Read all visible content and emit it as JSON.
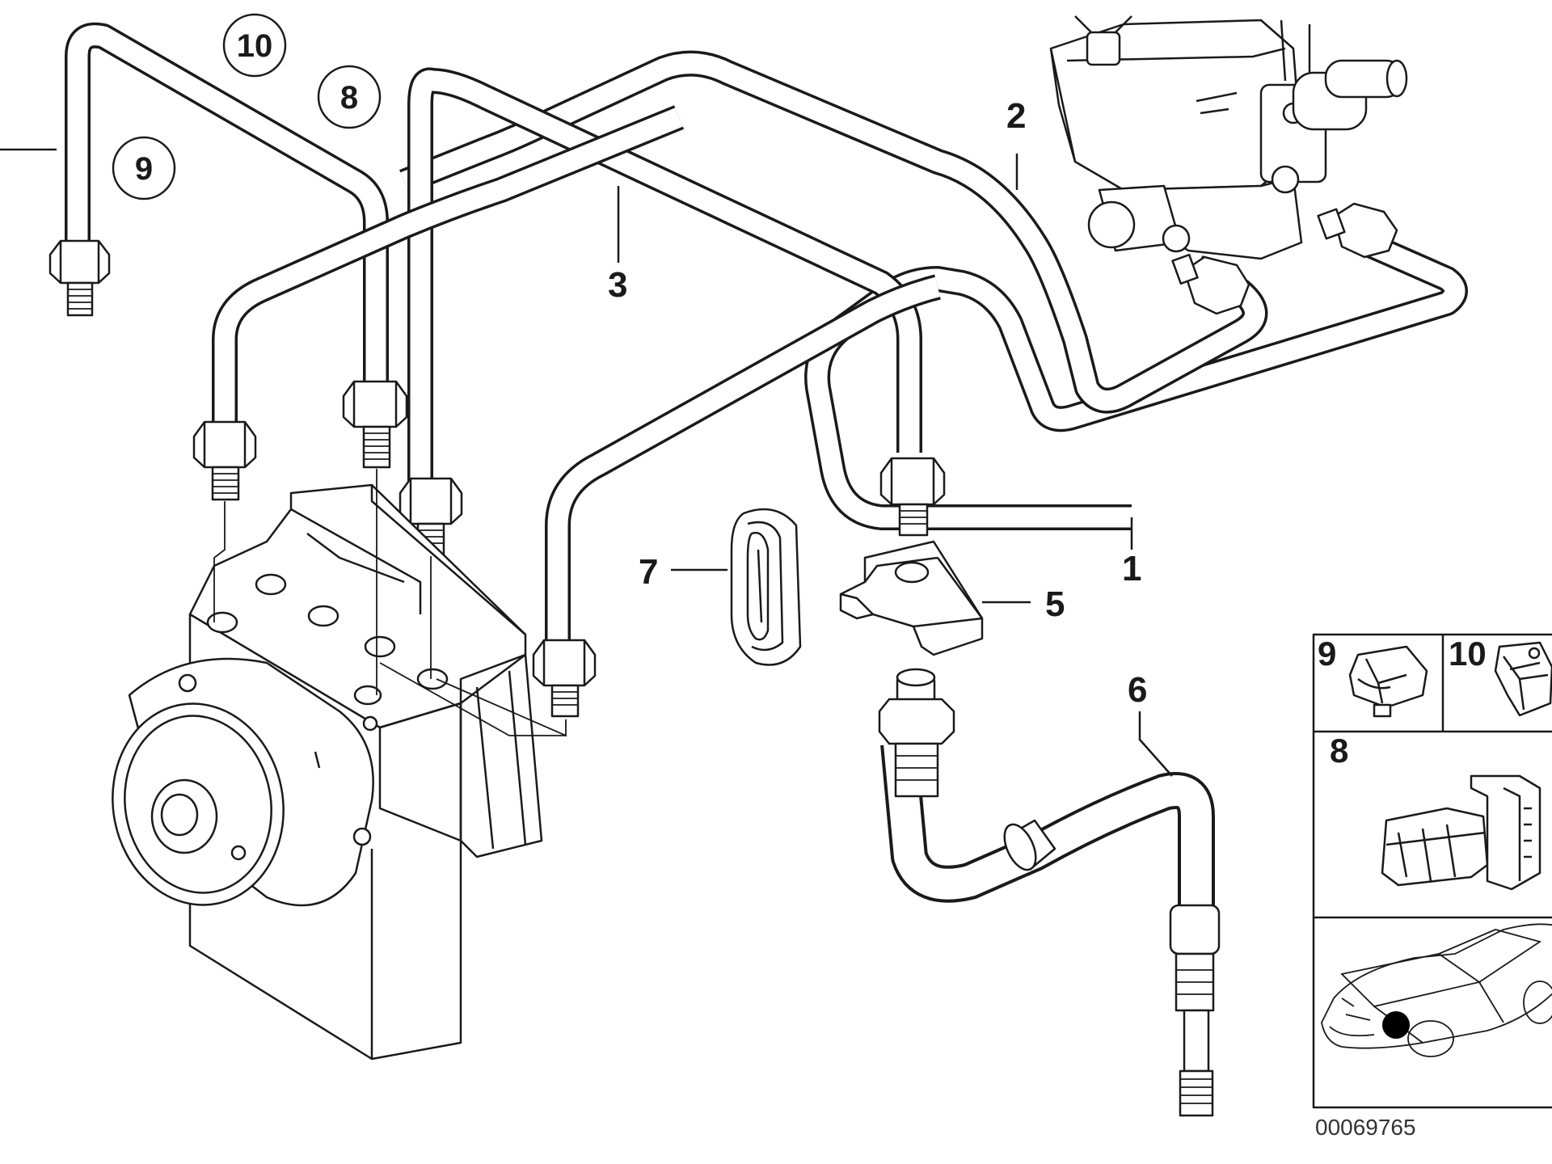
{
  "callouts": {
    "p1": "1",
    "p2": "2",
    "p3": "3",
    "p5": "5",
    "p6": "6",
    "p7": "7",
    "c8": "8",
    "c9": "9",
    "c10": "10"
  },
  "inset": {
    "panel_9": "9",
    "panel_10": "10",
    "panel_8": "8"
  },
  "document_number": "00069765",
  "colors": {
    "ink": "#1a1a1a",
    "paper": "#ffffff"
  }
}
